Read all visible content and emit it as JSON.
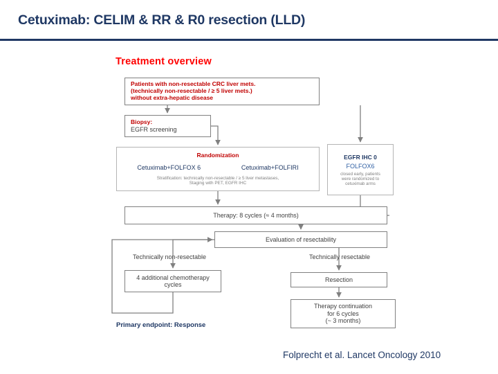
{
  "slide": {
    "title": "Cetuximab: CELIM & RR & R0 resection (LLD)",
    "citation": "Folprecht et al. Lancet Oncology 2010",
    "accent_color": "#1f3864",
    "heading_color": "#ff0000"
  },
  "diagram": {
    "overview_title": "Treatment overview",
    "patients": {
      "line1": "Patients with non-resectable CRC liver mets.",
      "line2": "(technically non-resectable / ≥ 5 liver mets.)",
      "line3": "without extra-hepatic disease"
    },
    "biopsy": {
      "line1": "Biopsy:",
      "line2": "EGFR screening"
    },
    "randomization": {
      "title": "Randomization",
      "arm_left": "Cetuximab+FOLFOX 6",
      "arm_right": "Cetuximab+FOLFIRI",
      "strat_line1": "Stratification: technically non-resectable / ≥ 5 liver metastases,",
      "strat_line2": "Staging with PET, EGFR IHC"
    },
    "egfr_ihc": {
      "title": "EGFR IHC 0",
      "regimen": "FOLFOX6",
      "note_line1": "closed early, patients",
      "note_line2": "were randomized to",
      "note_line3": "cetuximab arms"
    },
    "therapy": "Therapy: 8 cycles (≈ 4 months)",
    "evaluation": "Evaluation of resectability",
    "branch_left_label": "Technically non-resectable",
    "branch_right_label": "Technically resectable",
    "chemo": {
      "line1": "4 additional chemotherapy",
      "line2": "cycles"
    },
    "resection": "Resection",
    "continuation": {
      "line1": "Therapy continuation",
      "line2": "for 6 cycles",
      "line3": "(~ 3 months)"
    },
    "primary_endpoint": "Primary endpoint: Response"
  }
}
